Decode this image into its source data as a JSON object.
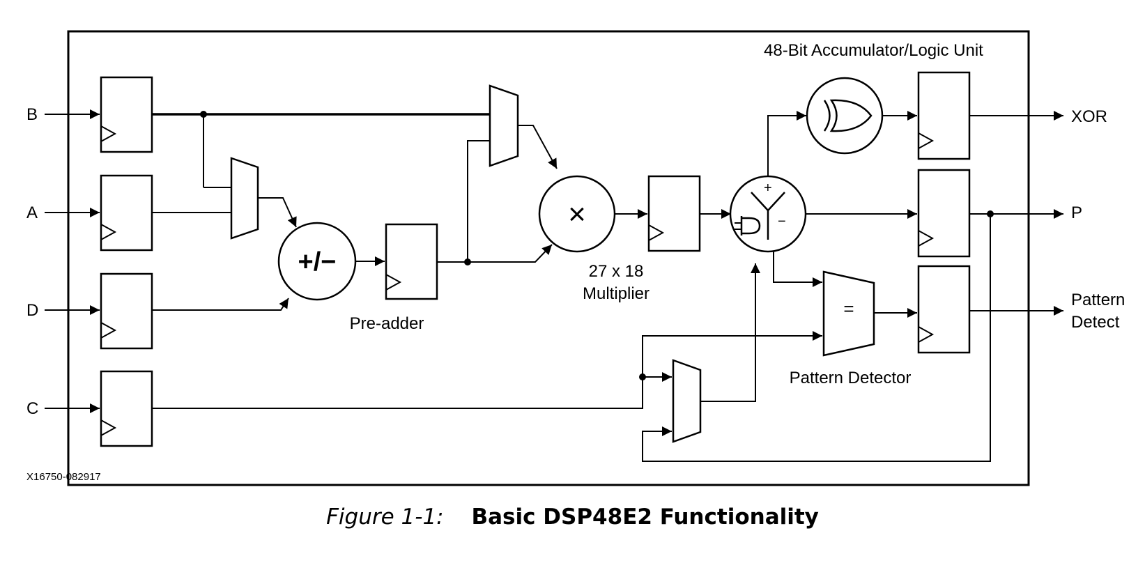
{
  "inputs": {
    "b": "B",
    "a": "A",
    "d": "D",
    "c": "C"
  },
  "outputs": {
    "xor": "XOR",
    "p": "P",
    "pattern_detect_line1": "Pattern",
    "pattern_detect_line2": "Detect"
  },
  "blocks": {
    "accumulator_title": "48-Bit Accumulator/Logic Unit",
    "preadder_symbol": "+/−",
    "preadder_label": "Pre-adder",
    "multiplier_symbol": "×",
    "multiplier_label_line1": "27 x 18",
    "multiplier_label_line2": "Multiplier",
    "alu_plus": "+",
    "alu_minus": "−",
    "pattern_eq_symbol": "=",
    "pattern_detector_label": "Pattern Detector"
  },
  "figure_code": "X16750-082917",
  "caption": {
    "number": "Figure 1-1:",
    "title": "Basic DSP48E2 Functionality"
  }
}
